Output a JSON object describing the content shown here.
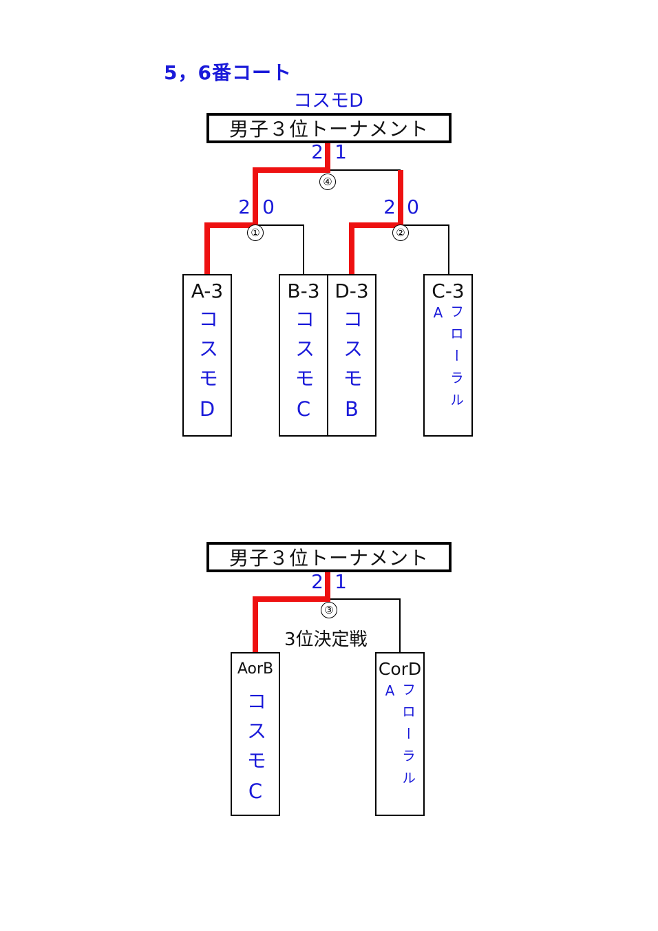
{
  "court_title": "5，6番コート",
  "bracket1": {
    "winner": "コスモD",
    "title": "男子３位トーナメント",
    "final": {
      "number": "④",
      "score_left": "2",
      "score_right": "1"
    },
    "semi1": {
      "number": "①",
      "score_left": "2",
      "score_right": "0"
    },
    "semi2": {
      "number": "②",
      "score_left": "2",
      "score_right": "0"
    },
    "teams": [
      {
        "seed": "A-3",
        "name": "コスモD"
      },
      {
        "seed": "B-3",
        "name": "コスモC"
      },
      {
        "seed": "D-3",
        "name": "コスモB"
      },
      {
        "seed": "C-3",
        "name": "フローラルA"
      }
    ]
  },
  "bracket2": {
    "title": "男子３位トーナメント",
    "match": {
      "number": "③",
      "caption": "3位決定戦",
      "score_left": "2",
      "score_right": "1"
    },
    "teams": [
      {
        "seed": "AorB",
        "name": "コスモC"
      },
      {
        "seed": "CorD",
        "name": "フローラルA"
      }
    ]
  },
  "colors": {
    "winner_line": "#ee1111",
    "line": "#000000",
    "text_blue": "#1a1ad9"
  }
}
